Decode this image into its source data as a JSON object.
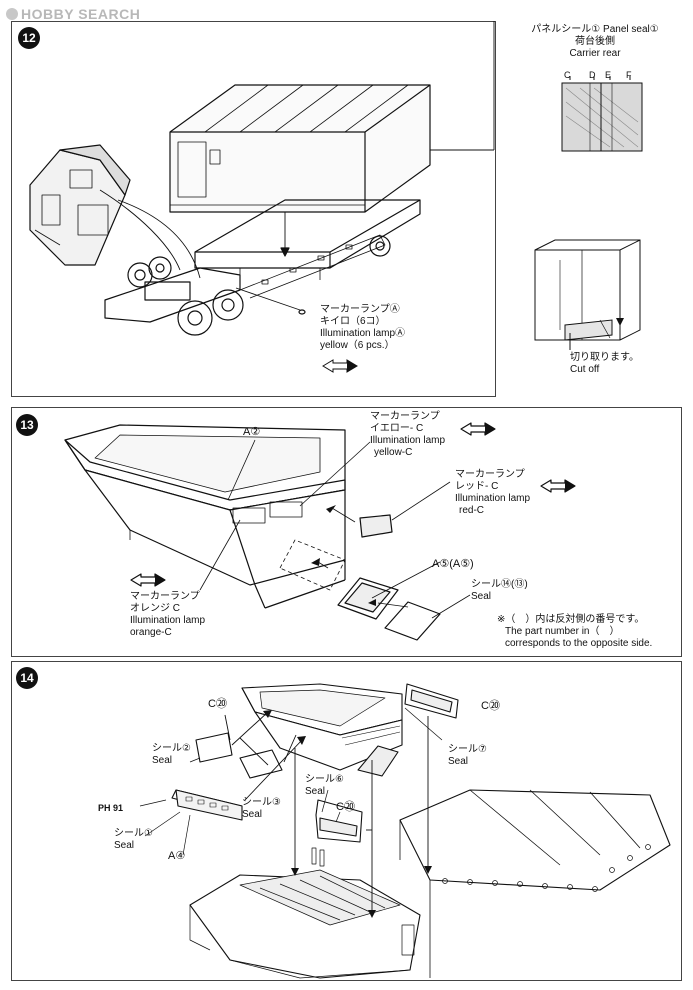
{
  "watermark": "HOBBY SEARCH",
  "step12": {
    "number": "12",
    "panel_seal": "パネルシール① Panel seal①",
    "carrier_rear_jp": "荷台後側",
    "carrier_rear_en": "Carrier rear",
    "seal_letters": [
      "C",
      "D",
      "E",
      "F"
    ],
    "marker_lamp_jp": "マーカーランプⒶ",
    "marker_qty_jp": "キイロ（6コ）",
    "marker_en": "Illumination lampⒶ",
    "marker_color_en": "yellow（6 pcs.）",
    "cut_jp": "切り取ります。",
    "cut_en": "Cut off"
  },
  "step13": {
    "number": "13",
    "part_a2": "A②",
    "yellow_jp1": "マーカーランプ",
    "yellow_jp2": "イエロー- C",
    "yellow_en1": "Illumination lamp",
    "yellow_en2": "yellow-C",
    "red_jp1": "マーカーランプ",
    "red_jp2": "レッド- C",
    "red_en1": "Illumination lamp",
    "red_en2": "red-C",
    "orange_jp1": "マーカーランプ",
    "orange_jp2": "オレンジ C",
    "orange_en1": "Illumination lamp",
    "orange_en2": "orange-C",
    "part_a5": "A⑤(A⑤)",
    "seal_jp": "シール⑭(⑬)",
    "seal_en": "Seal",
    "note_jp": "※（　）内は反対側の番号です。",
    "note_en1": "The part number in（　）",
    "note_en2": "corresponds to the opposite side."
  },
  "step14": {
    "number": "14",
    "c20_a": "C⑳",
    "c20_b": "C⑳",
    "c20_c": "C⑳",
    "seal2_jp": "シール②",
    "seal2_en": "Seal",
    "seal3_jp": "シール③",
    "seal3_en": "Seal",
    "seal6_jp": "シール⑥",
    "seal6_en": "Seal",
    "seal7_jp": "シール⑦",
    "seal7_en": "Seal",
    "seal1_jp": "シール①",
    "seal1_en": "Seal",
    "ph91": "PH 91",
    "a4": "A④"
  }
}
